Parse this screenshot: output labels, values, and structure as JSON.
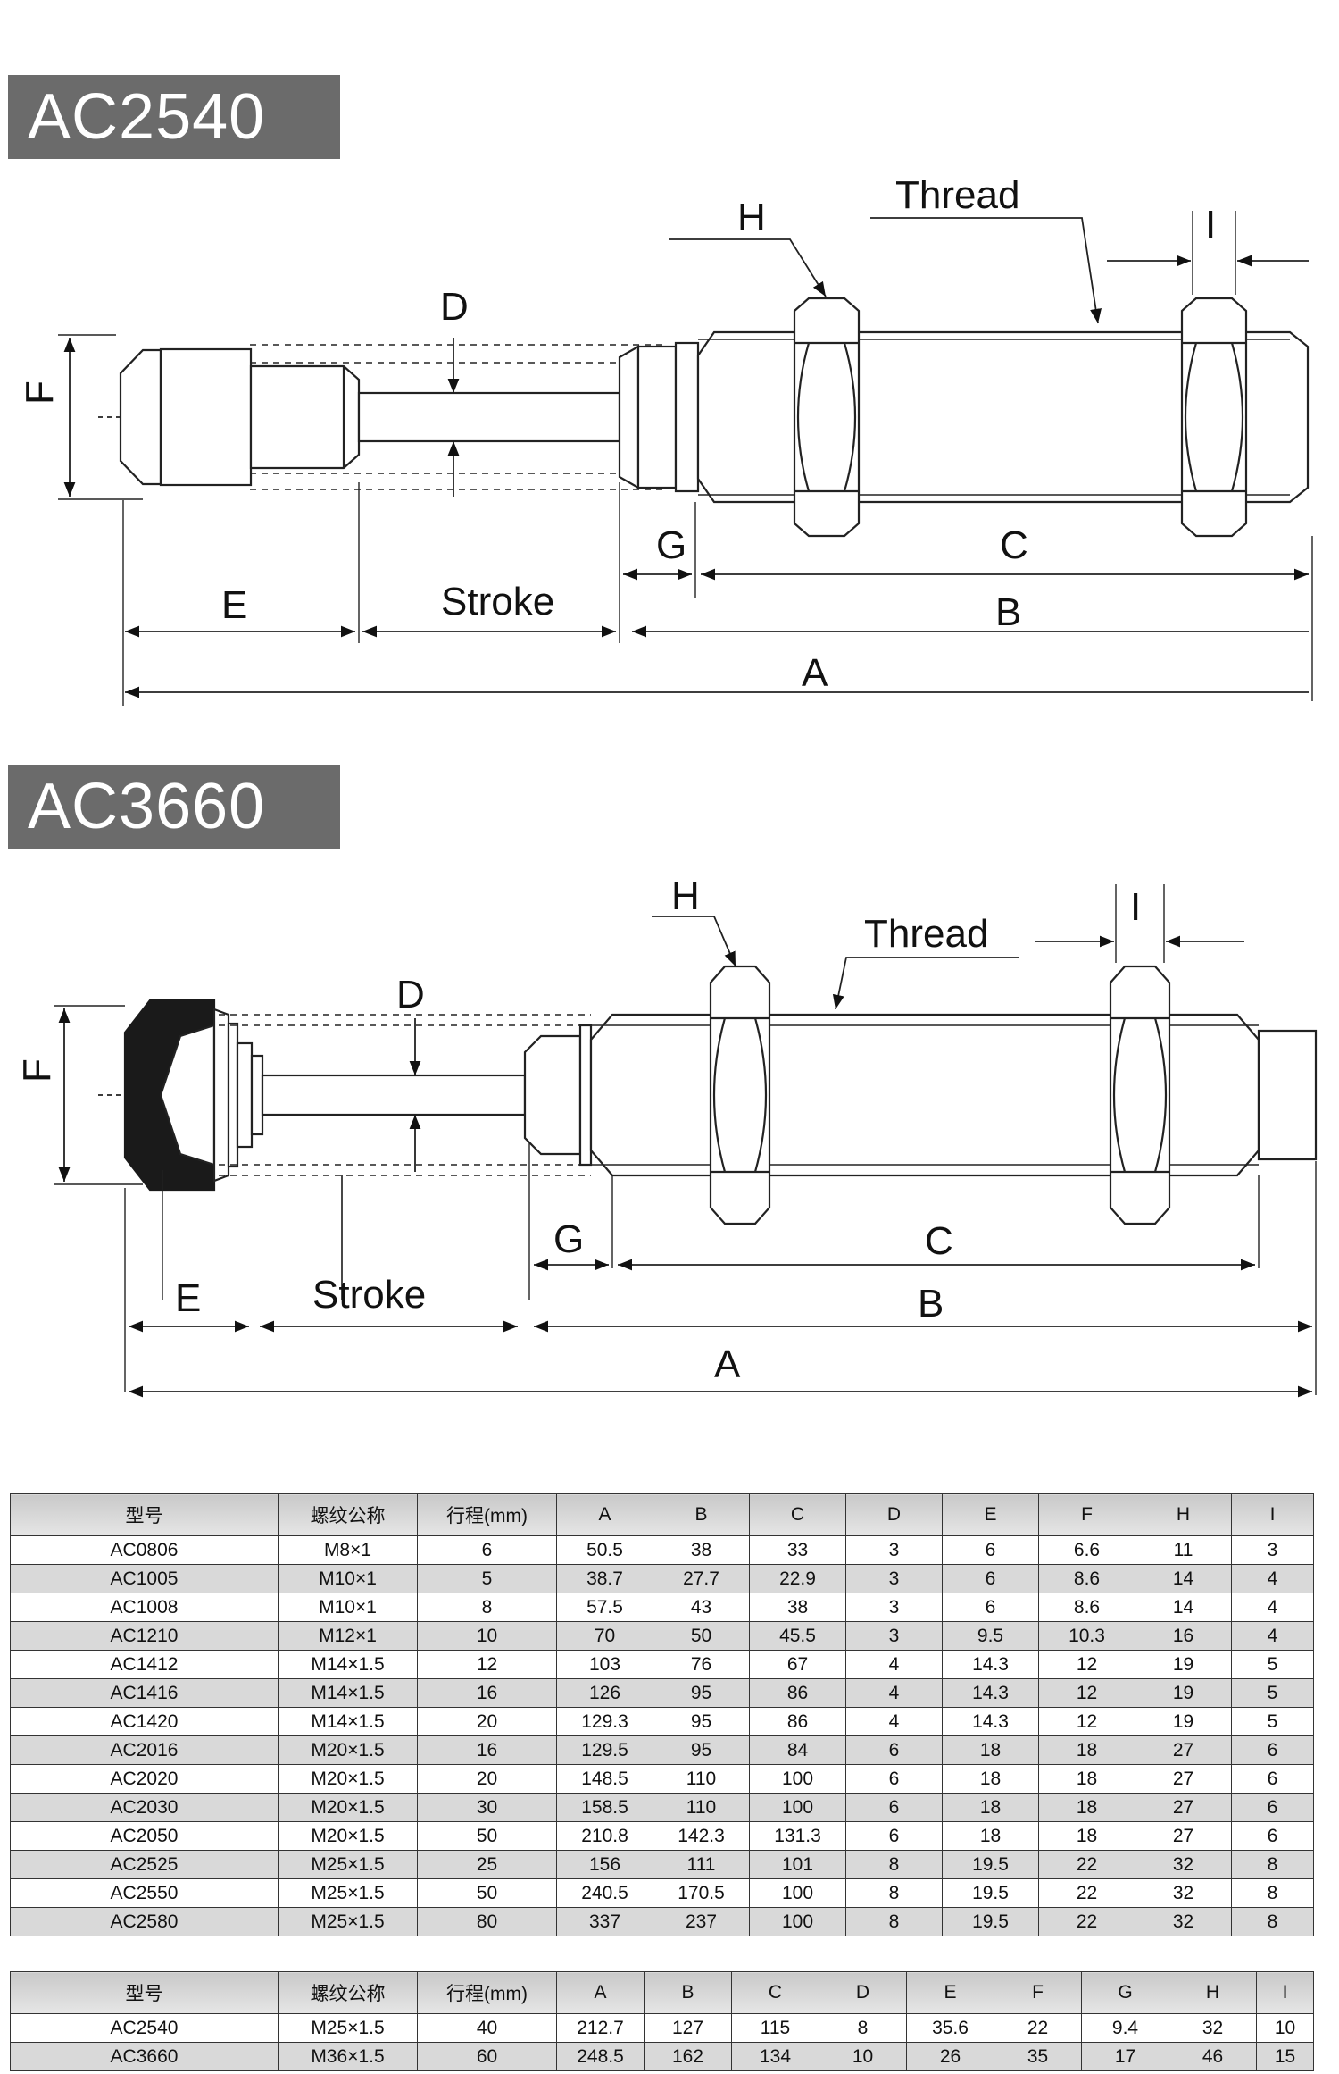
{
  "sections": [
    {
      "model": "AC2540",
      "labels": {
        "d": "D",
        "f": "F",
        "h": "H",
        "thread": "Thread",
        "i": "I",
        "g": "G",
        "c": "C",
        "e": "E",
        "stroke": "Stroke",
        "b": "B",
        "a": "A"
      }
    },
    {
      "model": "AC3660",
      "labels": {
        "d": "D",
        "f": "F",
        "h": "H",
        "thread": "Thread",
        "i": "I",
        "g": "G",
        "c": "C",
        "e": "E",
        "stroke": "Stroke",
        "b": "B",
        "a": "A"
      }
    }
  ],
  "table1": {
    "headers": [
      "型号",
      "螺纹公称",
      "行程(mm)",
      "A",
      "B",
      "C",
      "D",
      "E",
      "F",
      "H",
      "I"
    ],
    "rows": [
      [
        "AC0806",
        "M8×1",
        "6",
        "50.5",
        "38",
        "33",
        "3",
        "6",
        "6.6",
        "11",
        "3"
      ],
      [
        "AC1005",
        "M10×1",
        "5",
        "38.7",
        "27.7",
        "22.9",
        "3",
        "6",
        "8.6",
        "14",
        "4"
      ],
      [
        "AC1008",
        "M10×1",
        "8",
        "57.5",
        "43",
        "38",
        "3",
        "6",
        "8.6",
        "14",
        "4"
      ],
      [
        "AC1210",
        "M12×1",
        "10",
        "70",
        "50",
        "45.5",
        "3",
        "9.5",
        "10.3",
        "16",
        "4"
      ],
      [
        "AC1412",
        "M14×1.5",
        "12",
        "103",
        "76",
        "67",
        "4",
        "14.3",
        "12",
        "19",
        "5"
      ],
      [
        "AC1416",
        "M14×1.5",
        "16",
        "126",
        "95",
        "86",
        "4",
        "14.3",
        "12",
        "19",
        "5"
      ],
      [
        "AC1420",
        "M14×1.5",
        "20",
        "129.3",
        "95",
        "86",
        "4",
        "14.3",
        "12",
        "19",
        "5"
      ],
      [
        "AC2016",
        "M20×1.5",
        "16",
        "129.5",
        "95",
        "84",
        "6",
        "18",
        "18",
        "27",
        "6"
      ],
      [
        "AC2020",
        "M20×1.5",
        "20",
        "148.5",
        "110",
        "100",
        "6",
        "18",
        "18",
        "27",
        "6"
      ],
      [
        "AC2030",
        "M20×1.5",
        "30",
        "158.5",
        "110",
        "100",
        "6",
        "18",
        "18",
        "27",
        "6"
      ],
      [
        "AC2050",
        "M20×1.5",
        "50",
        "210.8",
        "142.3",
        "131.3",
        "6",
        "18",
        "18",
        "27",
        "6"
      ],
      [
        "AC2525",
        "M25×1.5",
        "25",
        "156",
        "111",
        "101",
        "8",
        "19.5",
        "22",
        "32",
        "8"
      ],
      [
        "AC2550",
        "M25×1.5",
        "50",
        "240.5",
        "170.5",
        "100",
        "8",
        "19.5",
        "22",
        "32",
        "8"
      ],
      [
        "AC2580",
        "M25×1.5",
        "80",
        "337",
        "237",
        "100",
        "8",
        "19.5",
        "22",
        "32",
        "8"
      ]
    ]
  },
  "table2": {
    "headers": [
      "型号",
      "螺纹公称",
      "行程(mm)",
      "A",
      "B",
      "C",
      "D",
      "E",
      "F",
      "G",
      "H",
      "I"
    ],
    "rows": [
      [
        "AC2540",
        "M25×1.5",
        "40",
        "212.7",
        "127",
        "115",
        "8",
        "35.6",
        "22",
        "9.4",
        "32",
        "10"
      ],
      [
        "AC3660",
        "M36×1.5",
        "60",
        "248.5",
        "162",
        "134",
        "10",
        "26",
        "35",
        "17",
        "46",
        "15"
      ]
    ]
  }
}
